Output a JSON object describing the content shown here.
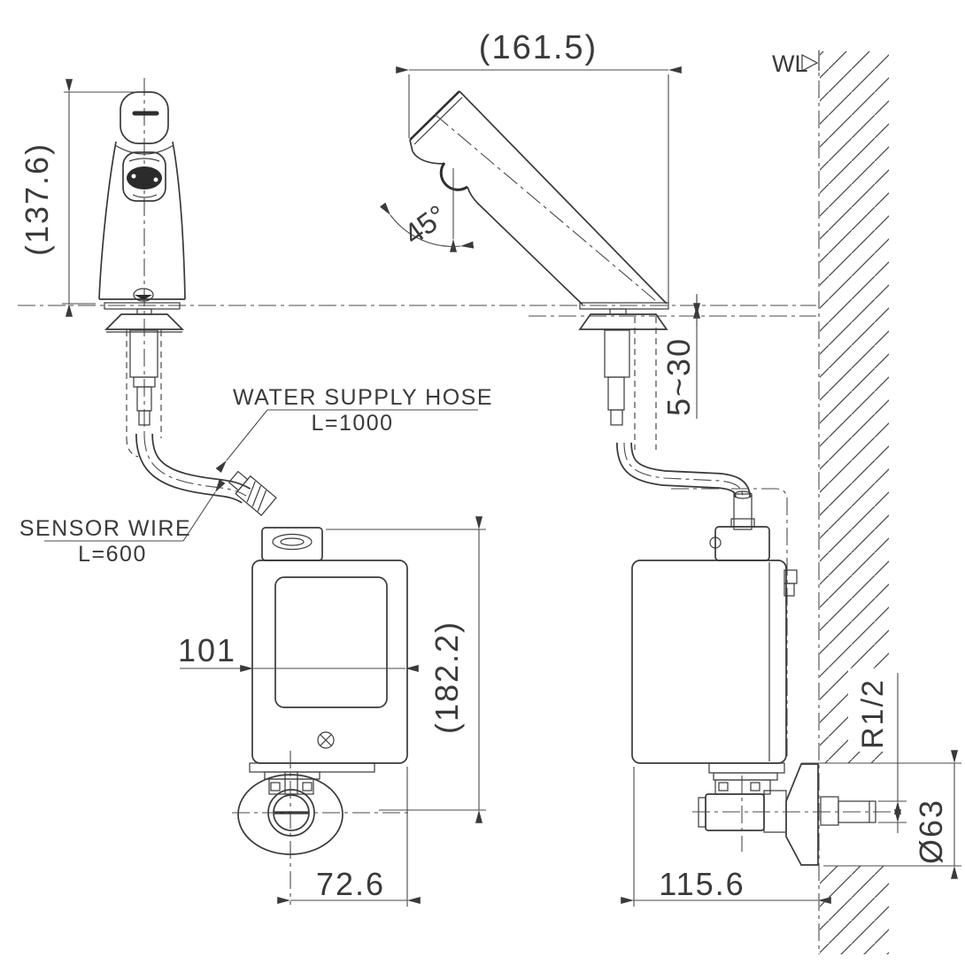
{
  "drawing": {
    "labels": {
      "wall_line": "WL",
      "water_hose_line1": "WATER SUPPLY HOSE",
      "water_hose_line2": "L=1000",
      "sensor_wire_line1": "SENSOR WIRE",
      "sensor_wire_line2": "L=600"
    },
    "dimensions": {
      "front_height": "(137.6)",
      "side_length": "(161.5)",
      "spout_angle": "45°",
      "deck_thickness": "5~30",
      "box_width": "101",
      "box_height": "(182.2)",
      "valve_offset": "72.6",
      "box_depth": "115.6",
      "thread_size": "R1/2",
      "escutcheon_diameter": "Ø63"
    },
    "colors": {
      "line": "#3a3a3a",
      "background": "#ffffff"
    }
  }
}
